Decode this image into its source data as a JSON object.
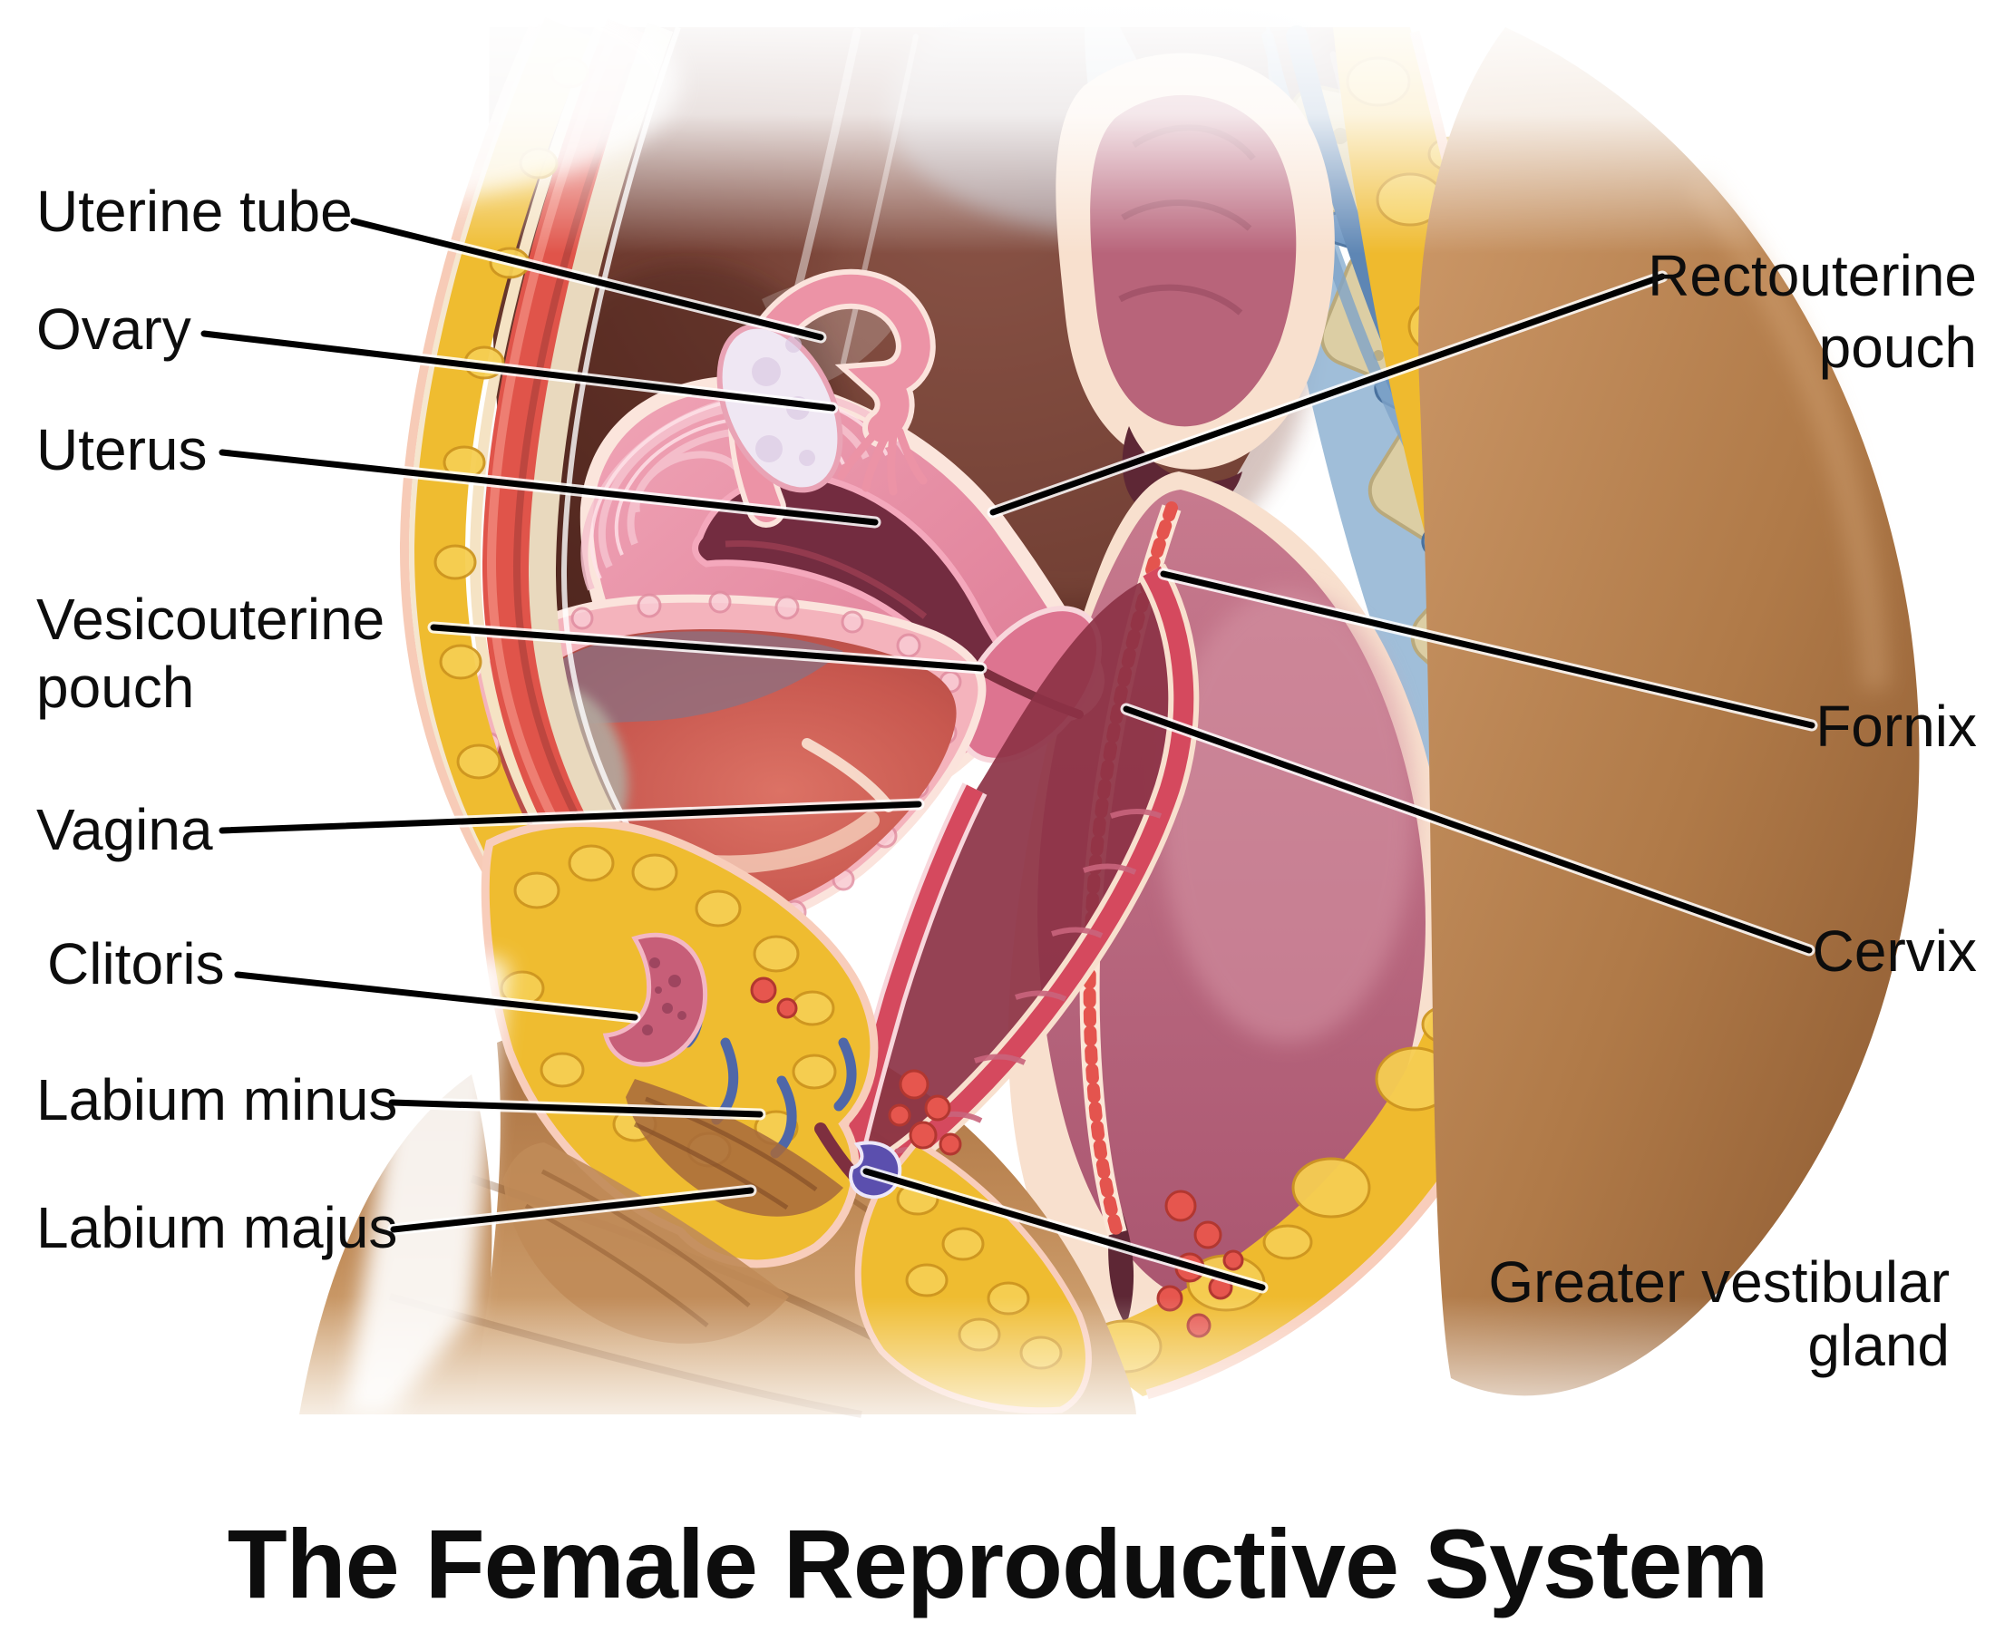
{
  "title": "The Female Reproductive System",
  "figure_type": "anatomical diagram, midsagittal section of female pelvis",
  "labels": {
    "uterine_tube": {
      "text": "Uterine tube"
    },
    "ovary": {
      "text": "Ovary"
    },
    "uterus": {
      "text": "Uterus"
    },
    "vesicouterine_pouch": {
      "line1": "Vesicouterine",
      "line2": "pouch"
    },
    "vagina": {
      "text": "Vagina"
    },
    "clitoris": {
      "text": "Clitoris"
    },
    "labium_minus": {
      "text": "Labium minus"
    },
    "labium_majus": {
      "text": "Labium majus"
    },
    "rectouterine_pouch": {
      "line1": "Rectouterine",
      "line2": "pouch"
    },
    "fornix": {
      "text": "Fornix"
    },
    "cervix": {
      "text": "Cervix"
    },
    "greater_vestibular_gland": {
      "line1": "Greater vestibular",
      "line2": "gland"
    }
  },
  "colors": {
    "background": "#ffffff",
    "label_text": "#0d0d0d",
    "leader_line": "#000000",
    "skin_tan": "#C08756",
    "skin_shadow": "#8F5C33",
    "skin_outline_pink": "#F7CBB7",
    "fat_yellow": "#EFBC30",
    "fat_lobule": "#F6CE52",
    "fat_lobule_outline": "#CE9620",
    "muscle_red": "#E0544A",
    "cavity_maroon": "#5E332C",
    "uterus_pink": "#E88FA4",
    "uterus_outline_cream": "#FBE5DC",
    "endometrium_dark": "#732C40",
    "vagina_wall_red": "#D5495E",
    "vagina_lumen": "#8C3245",
    "bladder_wall_pink": "#F4B3BC",
    "bladder_interior_red": "#C8584F",
    "rectum_rose": "#C77A8E",
    "rectum_rim_cream": "#F8E0CE",
    "hemorrhoidal_red": "#E4544E",
    "bone_beige": "#DCCEA4",
    "disc_blue": "#6B94C1",
    "vessel_blue": "#5E86B4",
    "ovary_white": "#EFE7F3",
    "clitoris_rose": "#C75E78",
    "vestibular_gland_violet": "#5B4FAE"
  }
}
